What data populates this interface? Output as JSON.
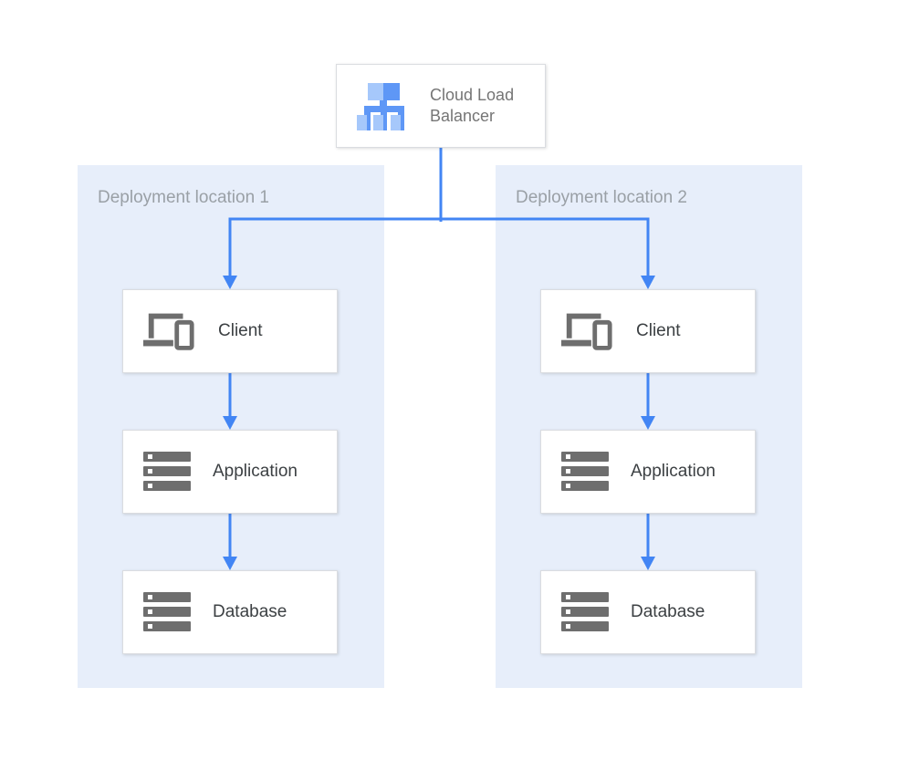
{
  "diagram": {
    "load_balancer": {
      "label": "Cloud Load Balancer",
      "icon": "cloud-load-balancer-icon"
    },
    "deployments": [
      {
        "title": "Deployment location 1",
        "nodes": [
          {
            "label": "Client",
            "icon": "client-devices-icon"
          },
          {
            "label": "Application",
            "icon": "server-stack-icon"
          },
          {
            "label": "Database",
            "icon": "server-stack-icon"
          }
        ]
      },
      {
        "title": "Deployment location 2",
        "nodes": [
          {
            "label": "Client",
            "icon": "client-devices-icon"
          },
          {
            "label": "Application",
            "icon": "server-stack-icon"
          },
          {
            "label": "Database",
            "icon": "server-stack-icon"
          }
        ]
      }
    ],
    "colors": {
      "connector_blue": "#4285f4",
      "panel_background": "#e7eefa",
      "node_border": "#dadce0",
      "node_label_text": "#3c4043",
      "panel_title_text": "#9aa0a6",
      "lb_label_text": "#757575",
      "icon_gray": "#6e6e6e",
      "lb_icon_light_blue": "#a6c8fb",
      "lb_icon_medium_blue": "#5e97f6"
    }
  }
}
